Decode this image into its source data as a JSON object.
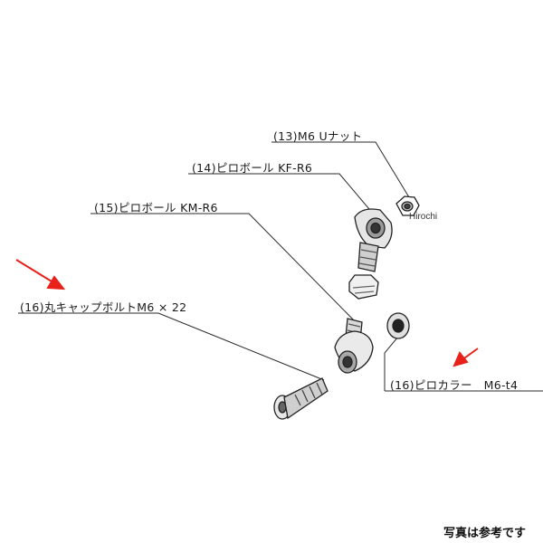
{
  "labels": {
    "p13": "(13)M6 Uナット",
    "p14": "(14)ピロボール KF-R6",
    "p15": "(15)ピロボール KM-R6",
    "p16_bolt": "(16)丸キャップボルトM6 × 22",
    "p16_collar": "(16)ピロカラー　M6-t4"
  },
  "watermark": "Hirochi",
  "note": "写真は参考です",
  "colors": {
    "arrow": "#e8211b",
    "line": "#2a2a2a",
    "ink": "#333333"
  }
}
